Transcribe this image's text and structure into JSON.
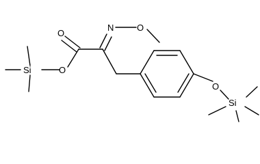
{
  "molecule": {
    "atoms": {
      "carbonyl_oxygen": "O",
      "oxime_nitrogen": "N",
      "oxime_oxygen": "O",
      "ester_oxygen": "O",
      "ester_silicon": "Si",
      "phenol_oxygen": "O",
      "aryl_silicon": "Si"
    },
    "colors": {
      "bond": "#000000",
      "label": "#000000",
      "background": "#ffffff"
    }
  }
}
